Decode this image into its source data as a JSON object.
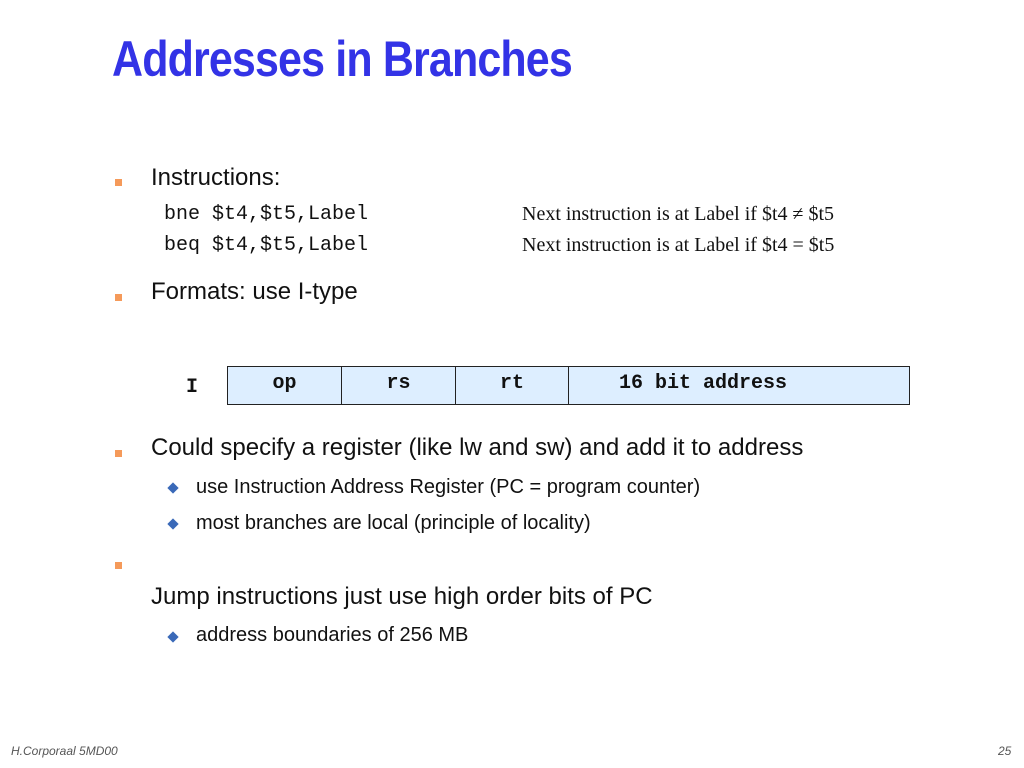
{
  "title": "Addresses in Branches",
  "bullets": {
    "b1": "Instructions:",
    "code1": "bne $t4,$t5,Label",
    "desc1": "Next instruction is at Label if $t4 ≠ $t5",
    "code2": "beq $t4,$t5,Label",
    "desc2": "Next instruction is at Label if $t4 = $t5",
    "b2": "Formats: use I-type",
    "b3": "Could specify a register (like lw and sw) and add it to address",
    "b3_sub1": "use Instruction Address Register (PC = program counter)",
    "b3_sub2": "most branches are local (principle of locality)",
    "b4": "Jump instructions just use high order bits of PC",
    "b4_sub1": "address boundaries of 256 MB"
  },
  "format": {
    "label": "I",
    "fields": [
      "op",
      "rs",
      "rt",
      "16 bit address"
    ]
  },
  "footer": {
    "author": "H.Corporaal  5MD00",
    "page": "25"
  }
}
